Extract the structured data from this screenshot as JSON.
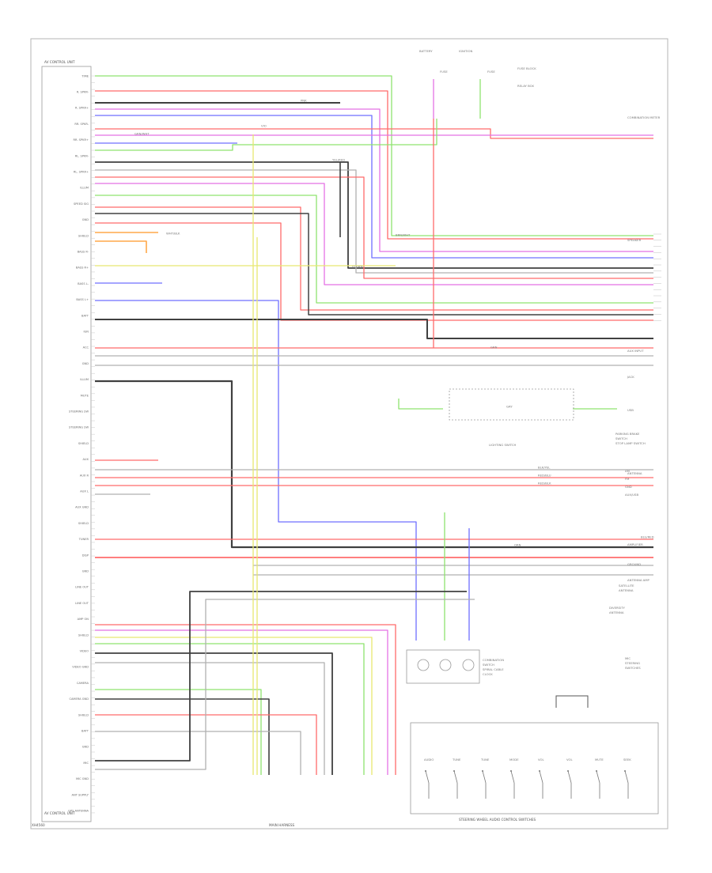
{
  "footer": {
    "left": "XH4560",
    "main_unit_caption": "AV CONTROL UNIT",
    "bottom_caption": "MAIN HARNESS"
  },
  "main_unit": {
    "title": "AV CONTROL UNIT",
    "left_labels": [
      "TIME",
      "R. SPKR-",
      "R. SPKR+",
      "RR. SPKR-",
      "RR. SPKR+",
      "RL. SPKR-",
      "RL. SPKR+",
      "ILLUM",
      "SPEED SIG",
      "GND",
      "SHIELD",
      "BASS R-",
      "BASS R+",
      "BASS L-",
      "BASS L+",
      "BATT",
      "IGN",
      "ACC",
      "GND",
      "ILLUM",
      "MUTE",
      "STEERING SW",
      "STEERING SW",
      "SHIELD",
      "AUX",
      "AUX R",
      "AUX L",
      "AUX GND",
      "SHIELD",
      "TUNER",
      "DISP",
      "GND",
      "LINE OUT",
      "LINE OUT",
      "AMP ON",
      "SHIELD",
      "VIDEO",
      "VIDEO GND",
      "CAMERA",
      "CAMERA GND",
      "SHIELD",
      "BATT",
      "GND",
      "MIC",
      "MIC GND",
      "ANT SUPPLY",
      "GPS ANTENNA"
    ]
  },
  "fuse_block": {
    "labels": [
      "BATTERY",
      "IGNITION",
      "FUSE",
      "FUSE",
      "FUSE BLOCK",
      "RELAY BOX"
    ]
  },
  "right_labels": {
    "connectors": [
      "COMBINATION METER",
      "SPEAKER",
      "AUX INPUT",
      "JACK",
      "USB",
      "ANTENNA",
      "AMPLIFIER",
      "GROUND",
      "ANTENNA AMP"
    ],
    "lighting": "LIGHTING SWITCH",
    "parking": [
      "PARKING BRAKE",
      "SWITCH",
      "STOP LAMP SWITCH"
    ],
    "tuner": [
      "AM",
      "FM",
      "GND",
      "AUX/USB"
    ],
    "antenna": [
      "SATELLITE",
      "ANTENNA",
      "DIVERSITY",
      "ANTENNA"
    ],
    "mic": [
      "MIC",
      "STEERING",
      "SWITCHES"
    ],
    "camera": [
      "COMBINATION",
      "SWITCH",
      "SPIRAL CABLE",
      "CLOCK"
    ],
    "bottom_box_title": "STEERING WHEEL AUDIO CONTROL SWITCHES",
    "bottom_box_switches": [
      "AUDIO",
      "TUNE",
      "TUNE",
      "MODE",
      "VOL",
      "VOL",
      "MUTE",
      "SEEK"
    ]
  },
  "wire_labels": [
    "BRN/WHT",
    "GRN",
    "GRY",
    "BLK/YEL",
    "RED/BLU",
    "RED/BLK",
    "BLU/RED",
    "ORN",
    "PNK",
    "VIO",
    "LT GRN",
    "GRN/WHT",
    "YEL/RED",
    "WHT/BLK"
  ],
  "colors": {
    "red": "#ff6b6b",
    "green": "#8fe36f",
    "blue": "#6f6fff",
    "magenta": "#e472e4",
    "yellow": "#e8e870",
    "black": "#404040",
    "gray": "#b0b0b0",
    "orange": "#ffa84a",
    "pink": "#f3a6c0",
    "lightblue": "#9fd6f2"
  }
}
